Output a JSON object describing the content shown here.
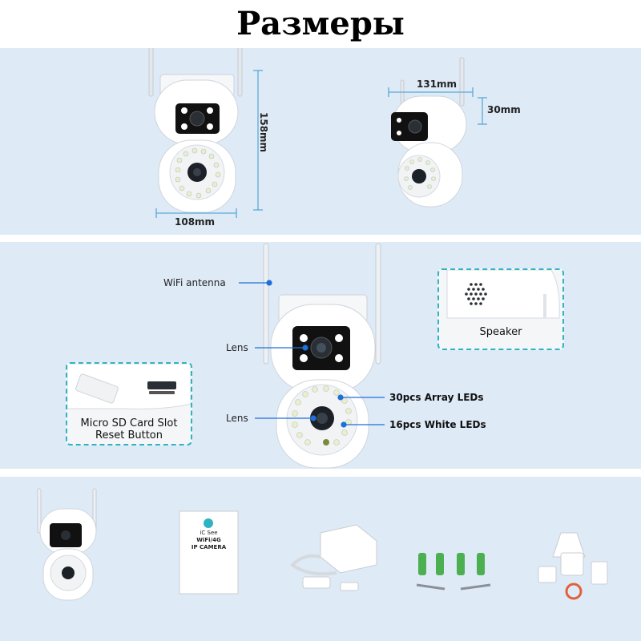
{
  "title": "Размеры",
  "dimensions": {
    "width": "108mm",
    "height": "158mm",
    "depth": "131mm",
    "thickness": "30mm"
  },
  "features": {
    "wifi_antenna": "WiFi antenna",
    "lens_top": "Lens",
    "lens_bottom": "Lens",
    "array_leds": "30pcs Array LEDs",
    "white_leds": "16pcs White LEDs",
    "speaker": "Speaker",
    "sd_slot_line1": "Micro SD Card Slot",
    "sd_slot_line2": "Reset Button"
  },
  "manual": {
    "brand": "iC See",
    "line1": "WiFi/4G",
    "line2": "IP CAMERA"
  },
  "colors": {
    "panel_bg": "#dfeaf7",
    "dim_line": "#5aa9d6",
    "accent_blue": "#1e6fd9",
    "inset_border": "#2fb3c3"
  }
}
